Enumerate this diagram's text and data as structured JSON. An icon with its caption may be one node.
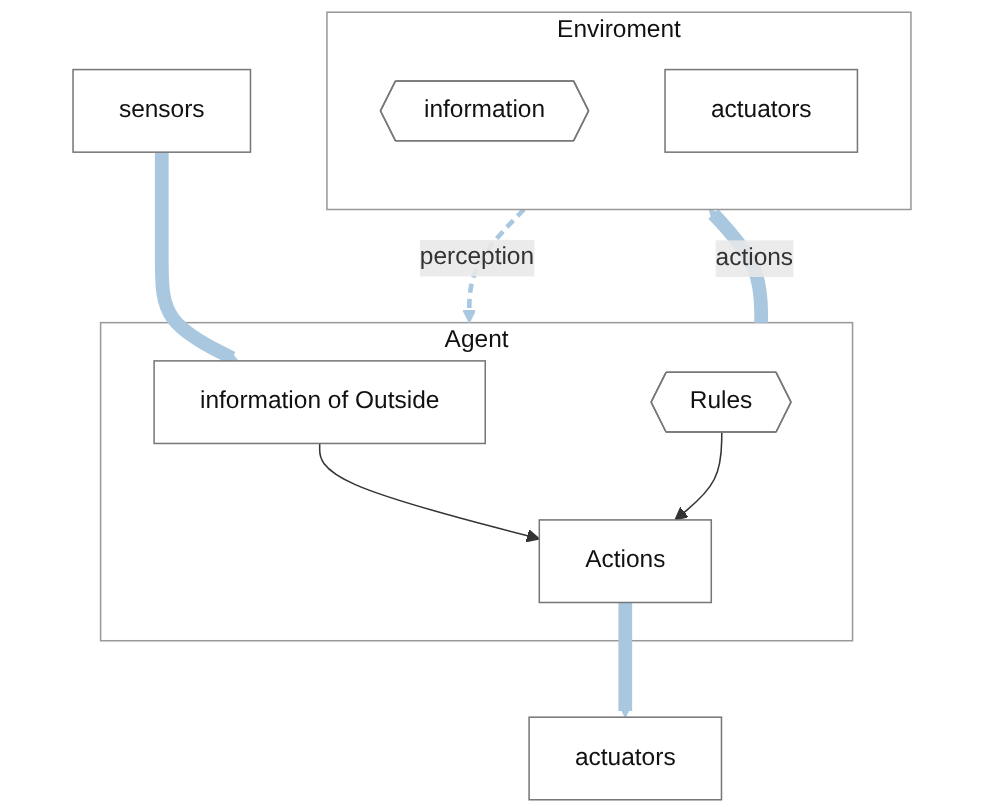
{
  "diagram": {
    "nodes": [
      {
        "text": [
          "sensors"
        ]
      },
      {
        "text": [
          "Agent"
        ]
      },
      {
        "text": [
          "information of Outside"
        ],
        "in": 1
      },
      {
        "text": [
          "Rules"
        ],
        "in": 1
      },
      {
        "text": [
          "Actions"
        ],
        "in": 1
      },
      {
        "text": [
          "Enviroment"
        ]
      },
      {
        "text": [
          "information"
        ],
        "in": 5
      },
      {
        "text": [
          "actuators"
        ],
        "in": 5
      },
      {
        "text": [
          "actuators"
        ]
      }
    ],
    "edges": [
      {
        "from": 0,
        "to": 2,
        "arrow": "to",
        "style": "thick",
        "color": "#a9c8e0"
      },
      {
        "from": 5,
        "to": 1,
        "arrow": "to",
        "style": "dashed",
        "color": "#a9c8e0",
        "label": "perception"
      },
      {
        "from": 2,
        "to": 4,
        "arrow": "to",
        "color": "#333333"
      },
      {
        "from": 3,
        "to": 4,
        "arrow": "to",
        "color": "#333333"
      },
      {
        "from": 4,
        "to": 8,
        "arrow": "to",
        "style": "thick",
        "color": "#a9c8e0"
      },
      {
        "from": 1,
        "to": 5,
        "arrow": "to",
        "style": "thick",
        "color": "#a9c8e0",
        "label": "actions"
      }
    ]
  }
}
